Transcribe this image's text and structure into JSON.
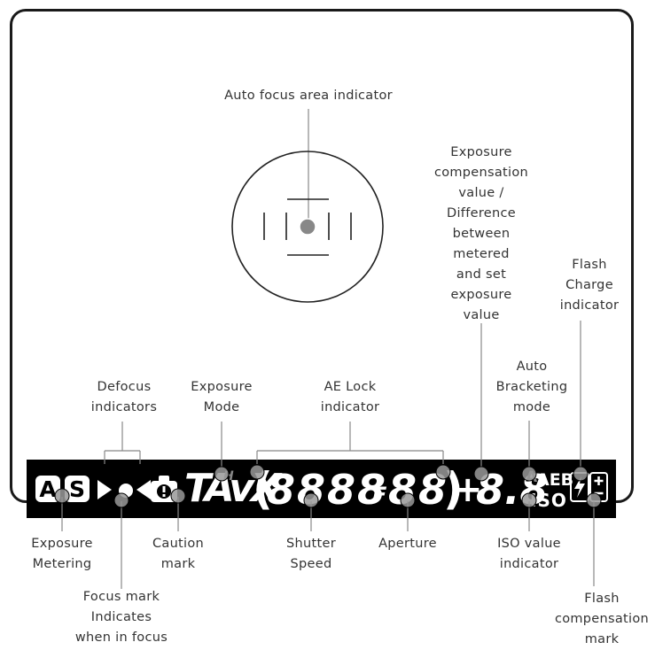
{
  "labels": {
    "af_area": "Auto focus area indicator",
    "exposure_comp": "Exposure\ncompensation\nvalue /\nDifference\nbetween\nmetered\nand set\nexposure\nvalue",
    "flash_charge": "Flash\nCharge\nindicator",
    "defocus": "Defocus\nindicators",
    "exposure_mode": "Exposure\nMode",
    "ae_lock": "AE Lock\nindicator",
    "auto_bracketing": "Auto\nBracketing\nmode",
    "exposure_metering": "Exposure\nMetering",
    "caution_mark": "Caution\nmark",
    "shutter_speed": "Shutter\nSpeed",
    "aperture": "Aperture",
    "iso_value": "ISO value\nindicator",
    "focus_mark": "Focus mark\nIndicates\nwhen in focus",
    "flash_comp": "Flash\ncompensation\nmark"
  },
  "lcd": {
    "metering_a": "A",
    "metering_s": "S",
    "mode_chars": "TAvX",
    "mode_h": "H",
    "shutter_digits": "8888",
    "aperture_f": "F",
    "aperture_digits": "88",
    "plus": "+",
    "comp_digits": "8.8",
    "aeb": "AEB",
    "iso": "ISO",
    "auto_a": "A",
    "flash_plusminus": "±",
    "flash_bolt": "⚡"
  },
  "colors": {
    "lcd_bg": "#000000",
    "segment": "#ffffff",
    "callout": "#888888",
    "marker": "#999999"
  }
}
